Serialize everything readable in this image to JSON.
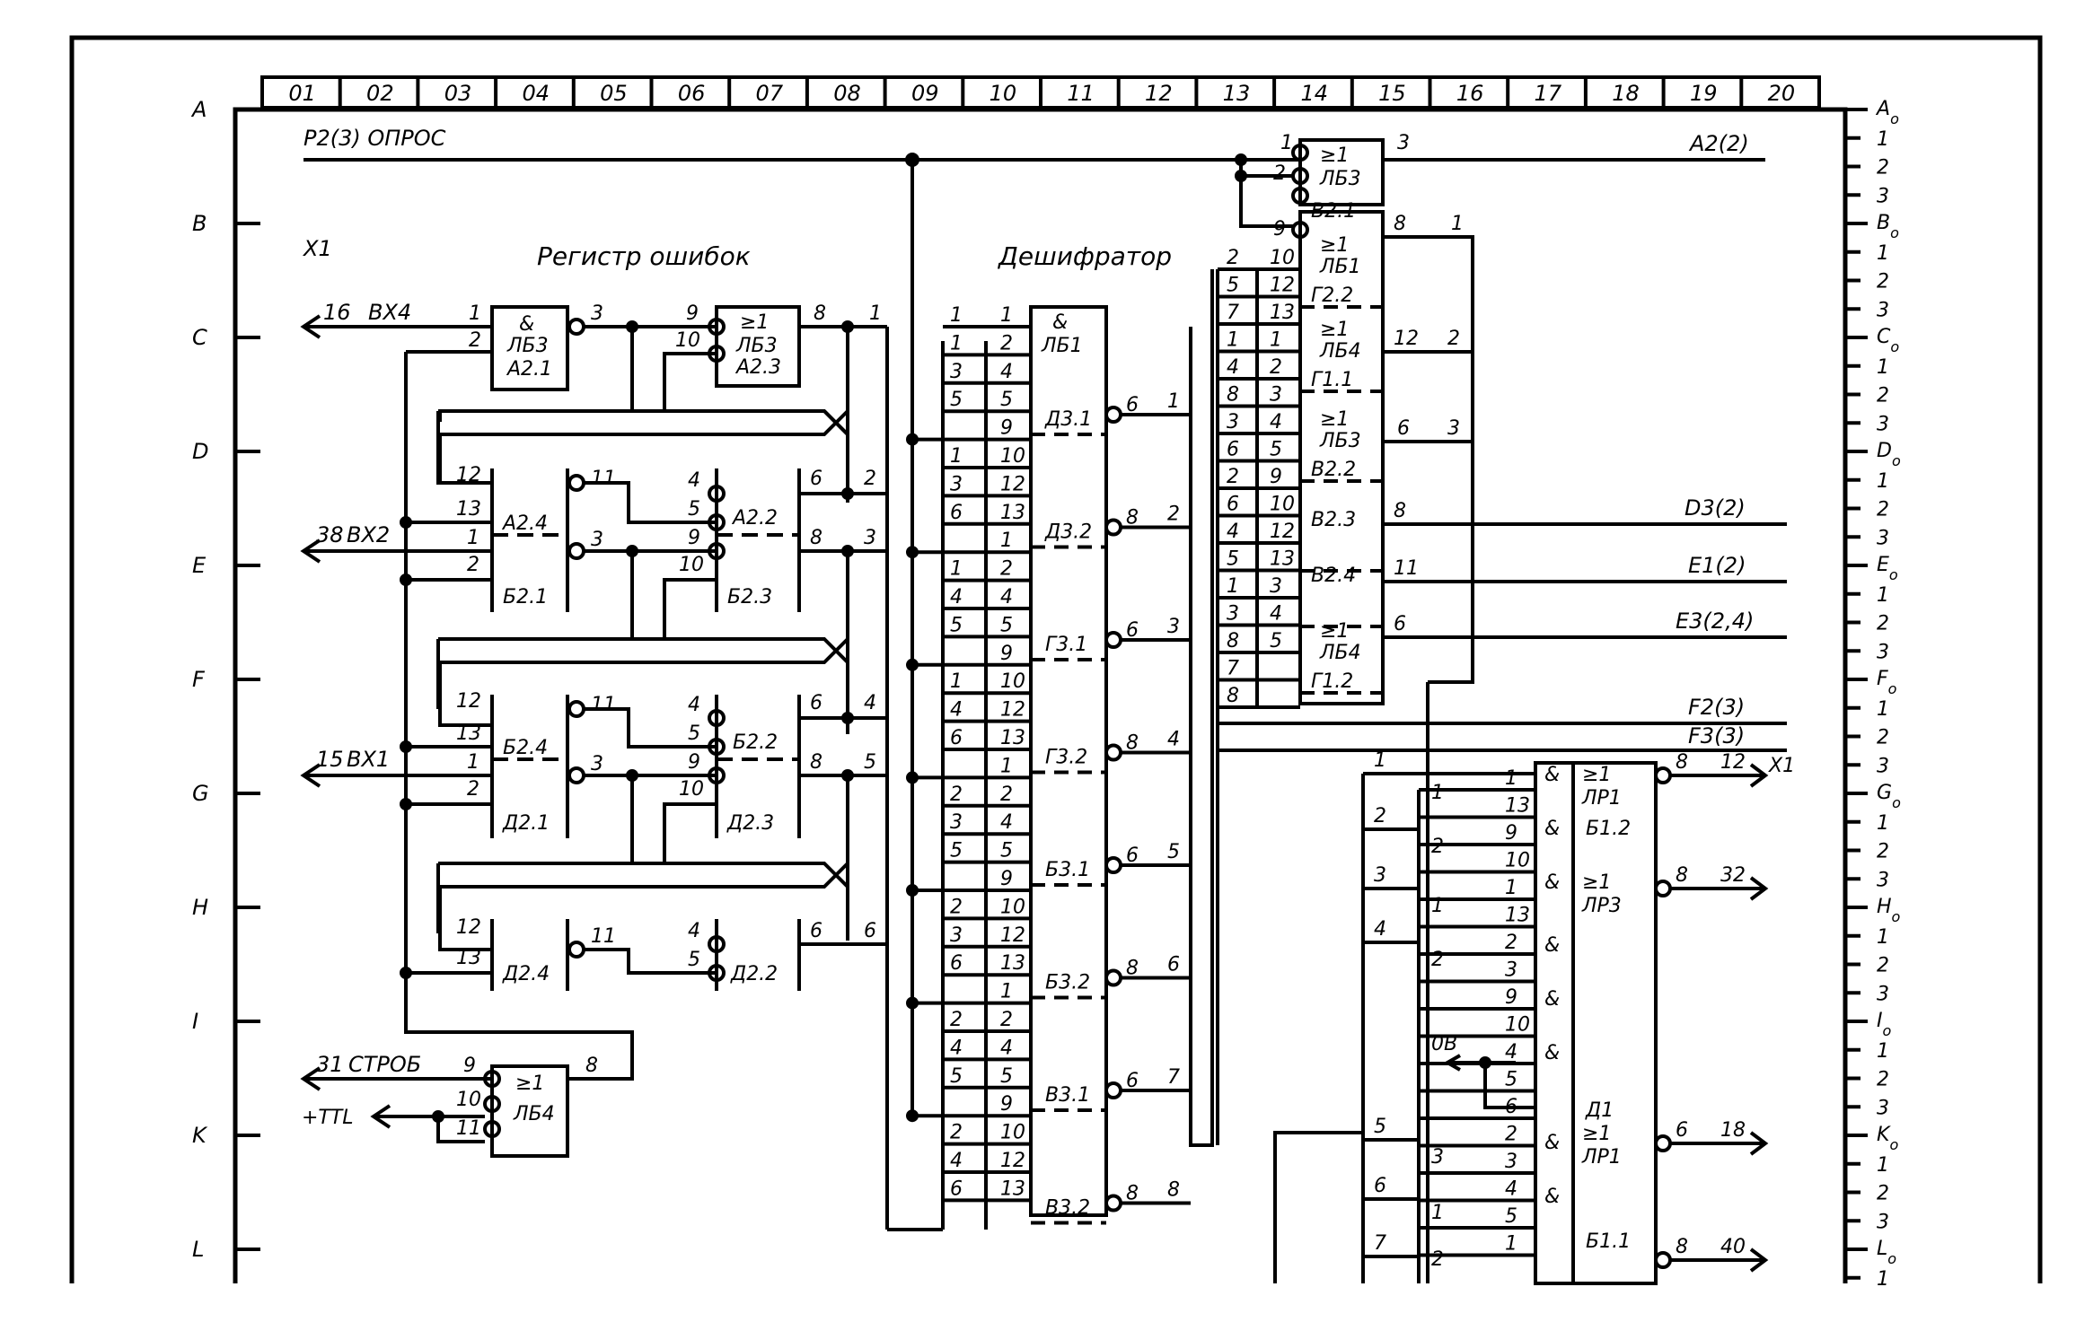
{
  "columns": [
    "01",
    "02",
    "03",
    "04",
    "05",
    "06",
    "07",
    "08",
    "09",
    "10",
    "11",
    "12",
    "13",
    "14",
    "15",
    "16",
    "17",
    "18",
    "19",
    "20"
  ],
  "rows": [
    "A",
    "B",
    "C",
    "D",
    "E",
    "F",
    "G",
    "H",
    "I",
    "K",
    "L"
  ],
  "right_ruler": {
    "letters": [
      "A",
      "B",
      "C",
      "D",
      "E",
      "F",
      "G",
      "H",
      "I",
      "K",
      "L"
    ],
    "sub_labels": [
      "1",
      "2",
      "3"
    ],
    "zero_suffix": "o"
  },
  "labels": {
    "opros": "P2(3)  ОПРОС",
    "x1": "X1",
    "reg_title": "Регистр ошибок",
    "dec_title": "Дешифратор",
    "a2_2_out": "A2(2)",
    "d3_2": "D3(2)",
    "e1_2": "E1(2)",
    "e3_24": "E3(2,4)",
    "f2_3": "F2(3)",
    "f3_3": "F3(3)",
    "x1_out": "X1",
    "ov": "0В",
    "ttl": "+TTL"
  },
  "inputs": [
    {
      "num": "16",
      "name": "BX4"
    },
    {
      "num": "38",
      "name": "BX2"
    },
    {
      "num": "15",
      "name": "BX1"
    },
    {
      "num": "31",
      "name": "СТРОБ"
    }
  ],
  "register_gates": [
    {
      "sym": "&",
      "type": "ЛБ3",
      "ref": "A2.1",
      "pins": [
        "1",
        "2",
        "3"
      ]
    },
    {
      "sym": "≥1",
      "type": "ЛБ3",
      "ref": "A2.3",
      "pins": [
        "9",
        "10",
        "8"
      ]
    },
    {
      "ref": "A2.4",
      "ref2": "Б2.1",
      "pins": [
        "12",
        "13",
        "1",
        "2",
        "11",
        "3"
      ]
    },
    {
      "ref": "A2.2",
      "ref2": "Б2.3",
      "pins": [
        "4",
        "5",
        "9",
        "10",
        "6",
        "8"
      ]
    },
    {
      "ref": "Б2.4",
      "ref2": "Д2.1",
      "pins": [
        "12",
        "13",
        "1",
        "2",
        "11",
        "3"
      ]
    },
    {
      "ref": "Б2.2",
      "ref2": "Д2.3",
      "pins": [
        "4",
        "5",
        "9",
        "10",
        "6",
        "8"
      ]
    },
    {
      "ref": "Д2.4",
      "pins": [
        "12",
        "13",
        "11"
      ]
    },
    {
      "ref": "Д2.2",
      "pins": [
        "4",
        "5",
        "6"
      ]
    },
    {
      "sym": "≥1",
      "type": "ЛБ4",
      "pins": [
        "9",
        "10",
        "11",
        "8"
      ]
    }
  ],
  "register_outputs": [
    "1",
    "2",
    "3",
    "4",
    "5",
    "6"
  ],
  "decoder": {
    "sym": "&",
    "type": "ЛБ1",
    "refs": [
      "Д3.1",
      "Д3.2",
      "Г3.1",
      "Г3.2",
      "Б3.1",
      "Б3.2",
      "В3.1",
      "В3.2"
    ],
    "out_pins": [
      "6",
      "8",
      "6",
      "8",
      "6",
      "8",
      "6",
      "8"
    ],
    "outputs": [
      "1",
      "2",
      "3",
      "4",
      "5",
      "6",
      "7",
      "8"
    ],
    "in_rows": [
      [
        "1",
        "1"
      ],
      [
        "1",
        "2"
      ],
      [
        "3",
        "4"
      ],
      [
        "5",
        "5"
      ],
      [
        "",
        "9"
      ],
      [
        "1",
        "10"
      ],
      [
        "3",
        "12"
      ],
      [
        "6",
        "13"
      ],
      [
        "",
        "1"
      ],
      [
        "1",
        "2"
      ],
      [
        "4",
        "4"
      ],
      [
        "5",
        "5"
      ],
      [
        "",
        "9"
      ],
      [
        "1",
        "10"
      ],
      [
        "4",
        "12"
      ],
      [
        "6",
        "13"
      ],
      [
        "",
        "1"
      ],
      [
        "2",
        "2"
      ],
      [
        "3",
        "4"
      ],
      [
        "5",
        "5"
      ],
      [
        "",
        "9"
      ],
      [
        "2",
        "10"
      ],
      [
        "3",
        "12"
      ],
      [
        "6",
        "13"
      ],
      [
        "",
        "1"
      ],
      [
        "2",
        "2"
      ],
      [
        "4",
        "4"
      ],
      [
        "5",
        "5"
      ],
      [
        "",
        "9"
      ],
      [
        "2",
        "10"
      ],
      [
        "4",
        "12"
      ],
      [
        "6",
        "13"
      ]
    ]
  },
  "upper_right": {
    "top_gate": {
      "sym": "≥1",
      "type": "ЛБ3",
      "pins": [
        "1",
        "2",
        "3"
      ],
      "ref": "B2.1",
      "out": "A2(2)"
    },
    "gates": [
      {
        "sym": "≥1",
        "type": "ЛБ1",
        "ref": "Г2.2",
        "out_pin": "8",
        "out": "1"
      },
      {
        "sym": "≥1",
        "type": "ЛБ4",
        "ref": "Г1.1",
        "out_pin": "12",
        "out": "2"
      },
      {
        "sym": "≥1",
        "type": "ЛБ3",
        "ref": "B2.2",
        "out_pin": "6",
        "out": "3"
      },
      {
        "ref": "B2.3",
        "out_pin": "8"
      },
      {
        "ref": "B2.4",
        "out_pin": "11"
      },
      {
        "sym": "≥1",
        "type": "ЛБ4",
        "ref": "Г1.2",
        "out_pin": "6"
      }
    ],
    "in_rows": [
      [
        "2",
        "10"
      ],
      [
        "5",
        "12"
      ],
      [
        "7",
        "13"
      ],
      [
        "1",
        "1"
      ],
      [
        "4",
        "2"
      ],
      [
        "8",
        "3"
      ],
      [
        "3",
        "4"
      ],
      [
        "6",
        "5"
      ],
      [
        "2",
        "9"
      ],
      [
        "6",
        "10"
      ],
      [
        "4",
        "12"
      ],
      [
        "5",
        "13"
      ],
      [
        "1",
        "3"
      ],
      [
        "3",
        "4"
      ],
      [
        "8",
        "5"
      ],
      [
        "7",
        ""
      ],
      [
        "8",
        ""
      ]
    ],
    "pin9": "9"
  },
  "lower_right": {
    "left_nums": [
      "1",
      "2",
      "3",
      "4",
      "5",
      "6",
      "7"
    ],
    "mid_nums": [
      "1",
      "2",
      "1",
      "2",
      "3",
      "1",
      "2"
    ],
    "pins": [
      "1",
      "13",
      "9",
      "10",
      "1",
      "13",
      "2",
      "3",
      "9",
      "10",
      "4",
      "5",
      "6",
      "2",
      "3",
      "4",
      "5",
      "1"
    ],
    "gates": [
      {
        "sym": "≥1",
        "type": "ЛР1",
        "ref": "Б1.2",
        "out_pin": "8",
        "out": "12",
        "dest": "X1"
      },
      {
        "sym": "≥1",
        "type": "ЛР3",
        "out_pin": "8",
        "out": "32"
      },
      {
        "sym": "≥1",
        "type": "ЛР1",
        "ref": "Д1",
        "out_pin": "6",
        "out": "18"
      },
      {
        "ref": "Б1.1",
        "out_pin": "8",
        "out": "40"
      }
    ],
    "and_sym": "&"
  }
}
